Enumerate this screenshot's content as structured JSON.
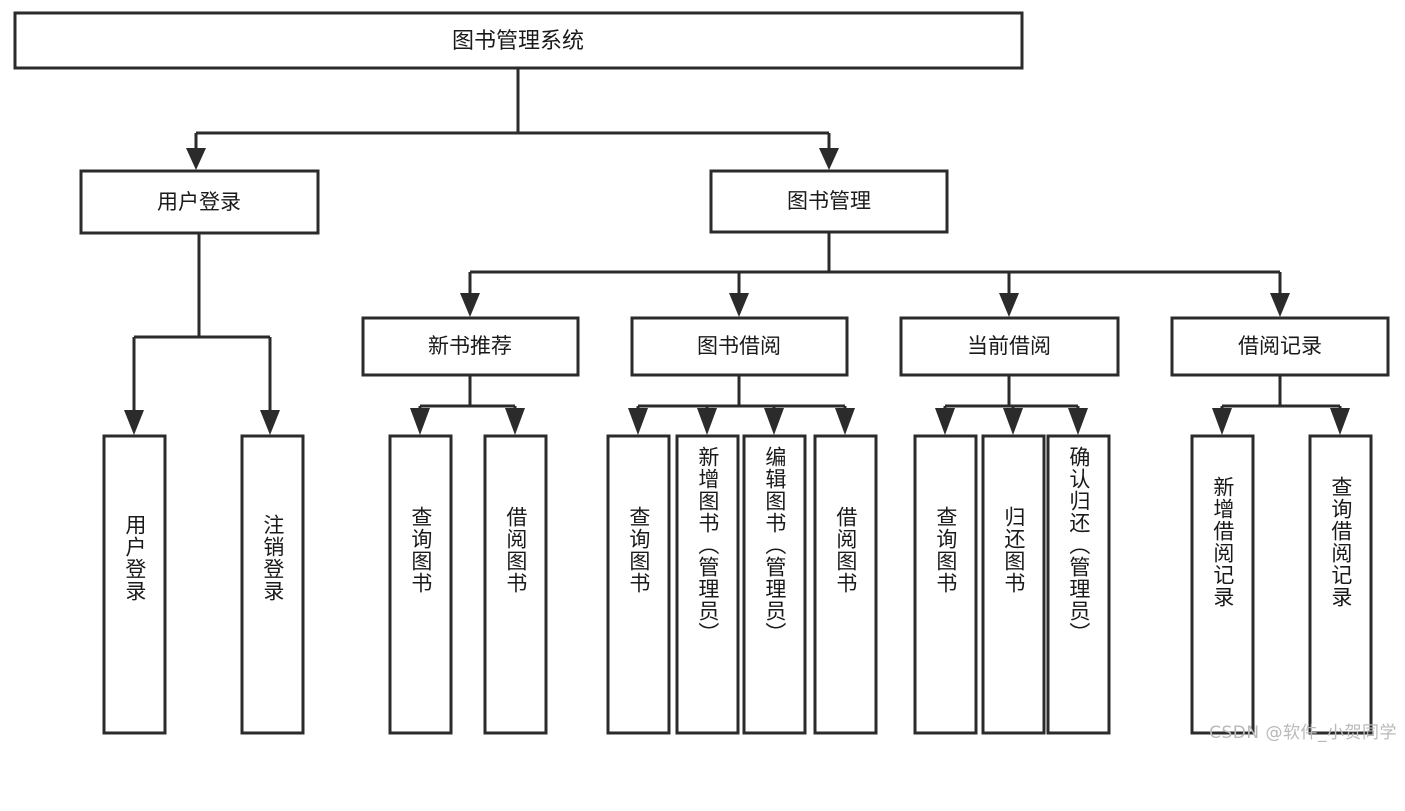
{
  "diagram": {
    "type": "tree-hierarchy",
    "orientation": "top-down",
    "root": {
      "label": "图书管理系统"
    },
    "level2": [
      {
        "label": "用户登录"
      },
      {
        "label": "图书管理"
      }
    ],
    "level3": [
      {
        "label": "新书推荐",
        "parent": "图书管理"
      },
      {
        "label": "图书借阅",
        "parent": "图书管理"
      },
      {
        "label": "当前借阅",
        "parent": "图书管理"
      },
      {
        "label": "借阅记录",
        "parent": "图书管理"
      }
    ],
    "leaves": {
      "user_login": [
        {
          "label": "用户登录"
        },
        {
          "label": "注销登录"
        }
      ],
      "new_book": [
        {
          "label": "查询图书"
        },
        {
          "label": "借阅图书"
        }
      ],
      "book_borrow": [
        {
          "label": "查询图书"
        },
        {
          "label": "新增图书（管理员）"
        },
        {
          "label": "编辑图书（管理员）"
        },
        {
          "label": "借阅图书"
        }
      ],
      "current_borrow": [
        {
          "label": "查询图书"
        },
        {
          "label": "归还图书"
        },
        {
          "label": "确认归还（管理员）"
        }
      ],
      "borrow_record": [
        {
          "label": "新增借阅记录"
        },
        {
          "label": "查询借阅记录"
        }
      ]
    }
  },
  "watermark": {
    "text": "CSDN @软件_小贺同学"
  },
  "colors": {
    "stroke": "#2b2b2b",
    "fill": "#ffffff",
    "text": "#1a1a1a",
    "watermark": "#b9b9b9"
  }
}
